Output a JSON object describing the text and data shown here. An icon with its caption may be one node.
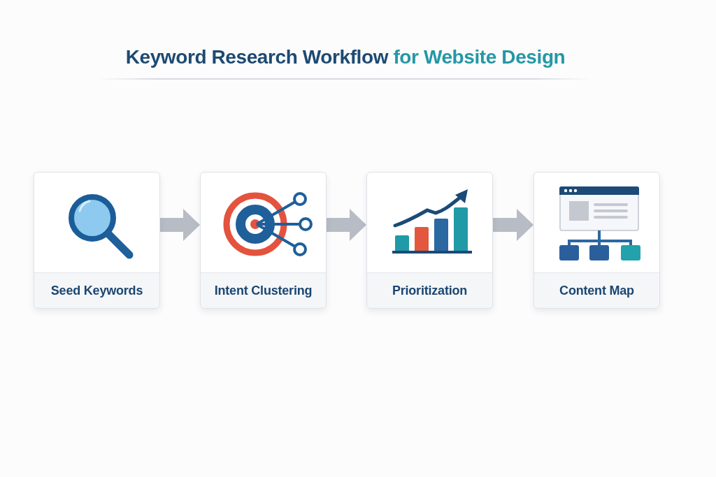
{
  "diagram": {
    "title": "Keyword Research Workflow **for Website Design**",
    "nodes": [
      {
        "text": [
          "Seed Keywords"
        ]
      },
      {
        "text": [
          "Intent Clustering"
        ]
      },
      {
        "text": [
          "Prioritization"
        ]
      },
      {
        "text": [
          "Content Map"
        ]
      }
    ],
    "edges": [
      {
        "from": 0,
        "to": 1,
        "arrow": "to"
      },
      {
        "from": 1,
        "to": 2,
        "arrow": "to"
      },
      {
        "from": 2,
        "to": 3,
        "arrow": "to"
      }
    ]
  }
}
